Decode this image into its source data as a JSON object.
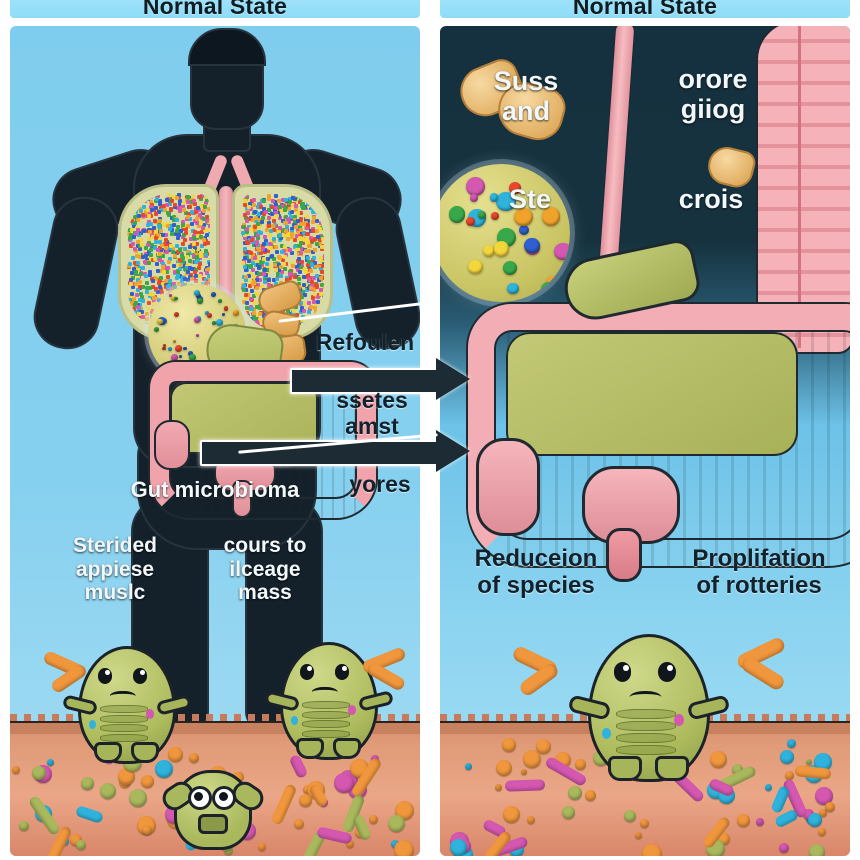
{
  "document": {
    "kind": "medical-infographic",
    "layout": "two-panel-comparison"
  },
  "panels": [
    {
      "id": "left",
      "title": "Normal State",
      "background_color": "#86d0ef",
      "figure": "muscular-male-silhouette-with-visible-organs",
      "labels": [
        {
          "name": "gut-microbiome-label",
          "text": "Gut microbioma"
        },
        {
          "name": "left-body-label",
          "text": "Sterided\nappiese\nmuslc"
        },
        {
          "name": "right-body-label",
          "text": "cours to\nilceage\nmass"
        }
      ],
      "organs": [
        "lungs",
        "esophagus",
        "stomach",
        "magnified-microbiome-circle",
        "large-intestine",
        "small-intestine",
        "appendix",
        "kidneys"
      ],
      "characters": [
        {
          "name": "bacteria-mascot-left",
          "expression": "frown"
        },
        {
          "name": "bacteria-mascot-right",
          "expression": "frown"
        },
        {
          "name": "bacteria-mascot-underground",
          "expression": "worried"
        }
      ]
    },
    {
      "id": "right",
      "title": "Normal State",
      "background_color": "#15313f",
      "figure": "isolated-gastrointestinal-tract",
      "labels": [
        {
          "name": "upper-left-label",
          "text": "Suss\nand"
        },
        {
          "name": "upper-right-label",
          "text": "orore\ngiiog"
        },
        {
          "name": "mid-left-label",
          "text": "Ste"
        },
        {
          "name": "mid-right-label",
          "text": "crois"
        },
        {
          "name": "reduction-label",
          "text": "Reduceion\nof species"
        },
        {
          "name": "proliferation-label",
          "text": "Proplifation\nof rotteries"
        }
      ],
      "organs": [
        "esophagus",
        "stomach",
        "large-intestine",
        "small-intestine",
        "appendix",
        "kidneys",
        "magnified-microbiome-sphere"
      ],
      "characters": [
        {
          "name": "bacteria-mascot-center",
          "expression": "frown"
        }
      ]
    }
  ],
  "arrows": [
    {
      "name": "transition-arrow-upper",
      "label": "Refoulen",
      "direction": "right"
    },
    {
      "name": "transition-arrow-lower",
      "label": "ssetes\namst",
      "direction": "right"
    },
    {
      "name": "arrow-lower-caption",
      "label": "yores"
    }
  ],
  "palette": {
    "sky_blue": "#86d0ef",
    "title_blue": "#a9e7fb",
    "dark_navy": "#15313f",
    "silhouette": "#14212b",
    "intestine_pink": "#f0a3ab",
    "small_intestine_olive": "#b9c06a",
    "soil_tan": "#e09b78",
    "bacteria_green": "#aebc5e",
    "kidney_gold": "#e0a958",
    "worm_orange": "#f0963c",
    "worm_magenta": "#d457b0",
    "germ_cyan": "#2fb3dd"
  }
}
